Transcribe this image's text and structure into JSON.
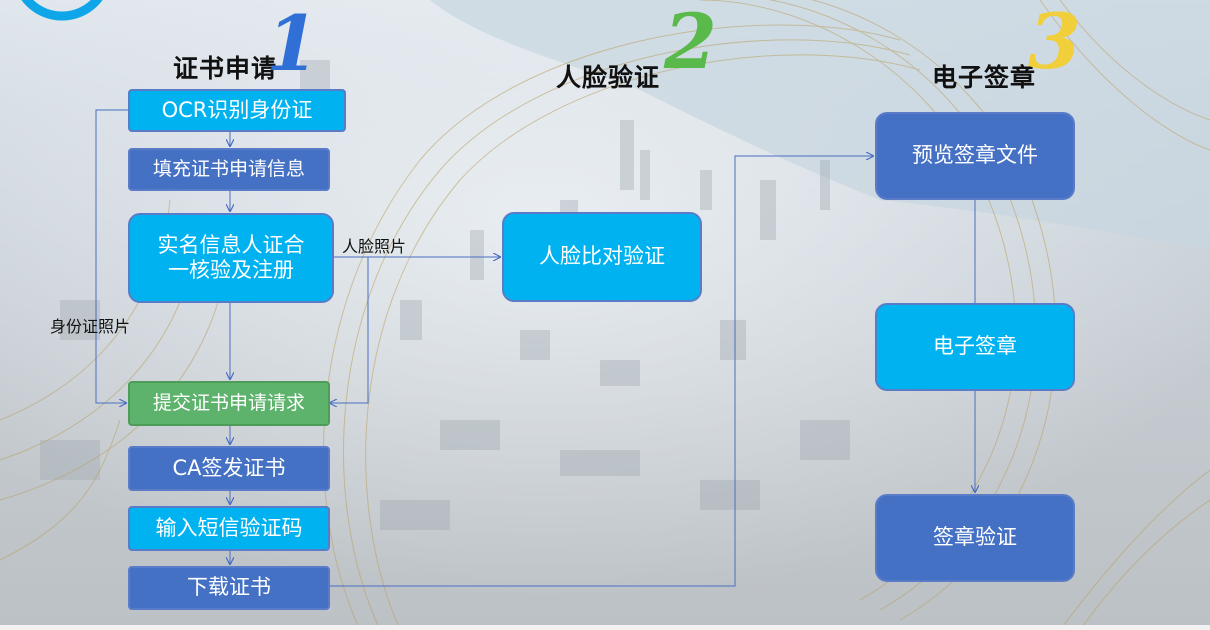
{
  "colors": {
    "primary_box": "#00b3f0",
    "secondary_box": "#4571c4",
    "highlight_box": "#5db36c",
    "connector": "#4a6ec0",
    "num_1": "#2f6fd6",
    "num_2": "#59b94a",
    "num_3": "#f1cf3a"
  },
  "sections": {
    "cert_apply": {
      "title": "证书申请",
      "number": "1"
    },
    "face_verify": {
      "title": "人脸验证",
      "number": "2"
    },
    "e_seal": {
      "title": "电子签章",
      "number": "3"
    }
  },
  "steps": {
    "ocr": "OCR识别身份证",
    "fill_info": "填充证书申请信息",
    "realname_line1": "实名信息人证合",
    "realname_line2": "一核验及注册",
    "submit": "提交证书申请请求",
    "ca_issue": "CA签发证书",
    "sms_code": "输入短信验证码",
    "download": "下载证书",
    "face_compare": "人脸比对验证",
    "preview_doc": "预览签章文件",
    "e_sign": "电子签章",
    "verify_sign": "签章验证"
  },
  "labels": {
    "face_photo": "人脸照片",
    "id_photo": "身份证照片"
  }
}
